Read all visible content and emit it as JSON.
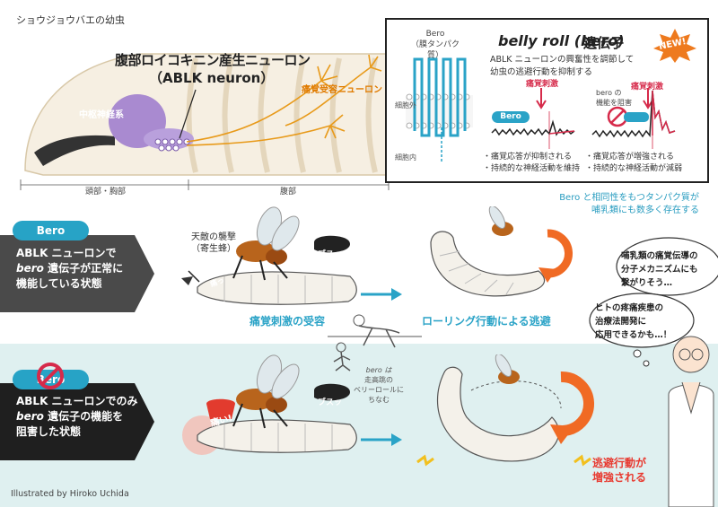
{
  "figure": {
    "title": "ショウジョウバエの幼虫",
    "neuron_title": "腹部ロイコキニン産生ニューロン",
    "neuron_subtitle": "（ABLK neuron）",
    "label_cns": "中枢神経系",
    "label_pain_neuron": "痛覚受容ニューロン",
    "label_head_thorax": "頭部・胸部",
    "label_abdomen": "腹部"
  },
  "infobox": {
    "bero_label": "Bero",
    "bero_membrane": "（膜タンパク質）",
    "title_italic": "belly roll (bero)",
    "title_rest": "遺伝子",
    "desc_line1": "ABLK ニューロンの興奮性を調節して",
    "desc_line2": "幼虫の逃避行動を抑制する",
    "new_badge": "NEW!",
    "extracellular": "細胞外",
    "intracellular": "細胞内",
    "stim_label_1": "痛覚刺激",
    "stim_label_2": "痛覚刺激",
    "block_line1": "bero の",
    "block_line2": "機能を阻害",
    "bero_pill": "Bero",
    "result1_line1": "・痛覚応答が抑制される",
    "result1_line2": "・持続的な神経活動を維持",
    "result2_line1": "・痛覚応答が増強される",
    "result2_line2": "・持続的な神経活動が減弱"
  },
  "homolog_note": {
    "line1": "Bero と相同性をもつタンパク質が",
    "line2": "哺乳類にも数多く存在する"
  },
  "panel_top": {
    "tag": "Bero",
    "line1": "ABLK ニューロンで",
    "line2_italic": "bero",
    "line2_rest": " 遺伝子が正常に",
    "line3": "機能している状態"
  },
  "panel_bottom": {
    "tag": "Bero",
    "line1": "ABLK ニューロンでのみ",
    "line2_italic": "bero",
    "line2_rest": " 遺伝子の機能を",
    "line3": "阻害した状態"
  },
  "scene": {
    "attack_line1": "天敵の襲撃",
    "attack_line2": "（寄生蜂）",
    "sound_1": "ブスッ",
    "sound_2": "ブスッ",
    "ouch_1": "痛っ",
    "ouch_2": "痛い!",
    "caption_pain": "痛覚刺激の受容",
    "caption_roll": "ローリング行動による逃避",
    "caption_escape_line1": "逃避行動が",
    "caption_escape_line2": "増強される",
    "bero_note_line1": "bero は",
    "bero_note_line2": "走高跳の",
    "bero_note_line3": "ベリーロールに",
    "bero_note_line4": "ちなむ"
  },
  "bubbles": {
    "b1_line1": "哺乳類の痛覚伝導の",
    "b1_line2": "分子メカニズムにも",
    "b1_line3": "繋がりそう…",
    "b2_line1": "ヒトの疼痛疾患の",
    "b2_line2": "治療法開発に",
    "b2_line3": "応用できるかも…！"
  },
  "credit": "Illustrated by Hiroko Uchida",
  "colors": {
    "accent_blue": "#27a3c6",
    "pain_red": "#d62a4a",
    "neuron_orange": "#e89a1a",
    "cns_purple": "#9a7ac8",
    "dark_panel": "#4a4a4a",
    "bottom_band": "#dff0f0"
  }
}
